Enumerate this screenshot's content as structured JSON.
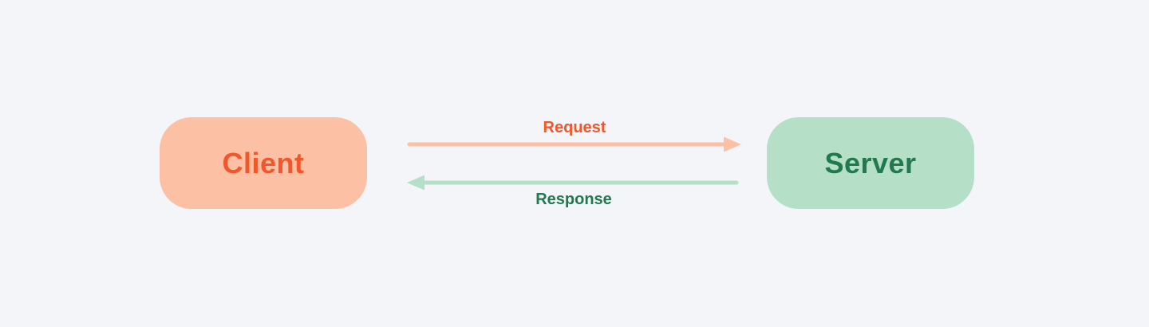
{
  "background_color": "#F4F5F9",
  "diagram": {
    "nodes": [
      {
        "id": "client",
        "label": "Client",
        "fill": "#FCC1A5",
        "text_color": "#F2562A"
      },
      {
        "id": "server",
        "label": "Server",
        "fill": "#B6DFC8",
        "text_color": "#21794E"
      }
    ],
    "edges": [
      {
        "id": "request",
        "label": "Request",
        "from": "client",
        "to": "server",
        "direction": "right",
        "color": "#FCC1A5",
        "label_color": "#F2562A"
      },
      {
        "id": "response",
        "label": "Response",
        "from": "server",
        "to": "client",
        "direction": "left",
        "color": "#B6DFC8",
        "label_color": "#21794E"
      }
    ]
  }
}
